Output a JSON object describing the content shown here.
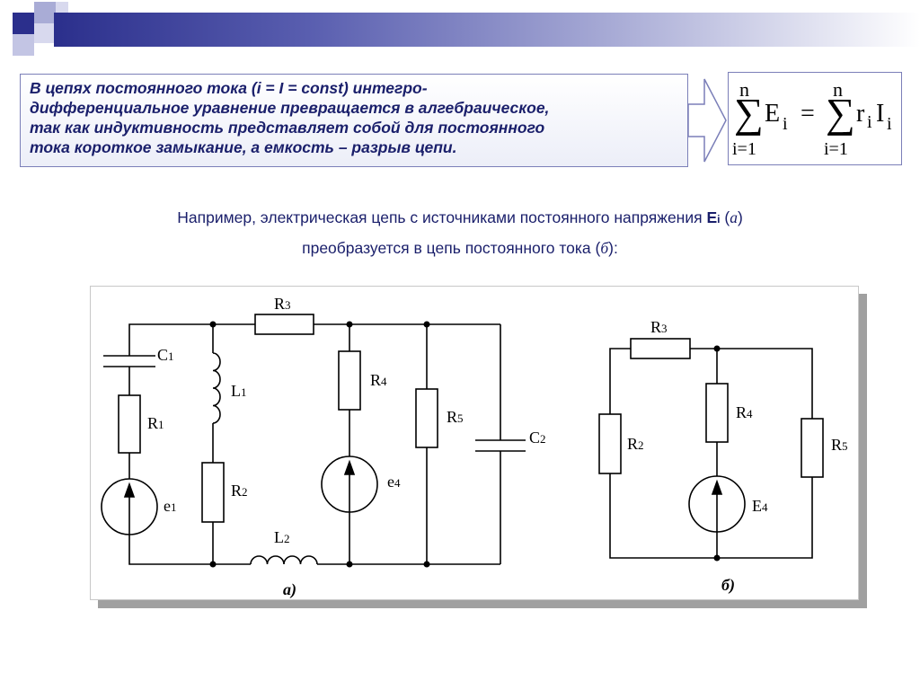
{
  "callout": {
    "lines": [
      "В цепях постоянного тока (i = I = const) интегро-",
      "дифференциальное уравнение превращается в алгебраическое,",
      "так как индуктивность представляет собой для постоянного",
      "тока короткое замыкание, а емкость – разрыв цепи."
    ]
  },
  "formula": {
    "sum_symbol": "∑",
    "upper": "n",
    "lower": "i=1",
    "left_term": "E",
    "left_sub": "i",
    "equals": "=",
    "right_r": "r",
    "right_r_sub": "i",
    "right_i": "I",
    "right_i_sub": "i"
  },
  "caption": {
    "line1_pre": "Например, электрическая цепь с источниками постоянного напряжения ",
    "line1_bold": "E",
    "line1_bold_sub": "i",
    "line1_post_open": " (",
    "line1_italic": "а",
    "line1_close": ")",
    "line2_pre": "преобразуется  в цепь постоянного тока (",
    "line2_italic": "б",
    "line2_post": "):"
  },
  "circuit_a": {
    "caption": "а)",
    "labels": {
      "R3": [
        "R",
        "3"
      ],
      "C1": [
        "C",
        "1"
      ],
      "L1": [
        "L",
        "1"
      ],
      "R4": [
        "R",
        "4"
      ],
      "R5": [
        "R",
        "5"
      ],
      "C2": [
        "C",
        "2"
      ],
      "R1": [
        "R",
        "1"
      ],
      "R2": [
        "R",
        "2"
      ],
      "e1": [
        "e",
        "1"
      ],
      "e4": [
        "e",
        "4"
      ],
      "L2": [
        "L",
        "2"
      ]
    }
  },
  "circuit_b": {
    "caption": "б)",
    "labels": {
      "R3": [
        "R",
        "3"
      ],
      "R4": [
        "R",
        "4"
      ],
      "R2": [
        "R",
        "2"
      ],
      "R5": [
        "R",
        "5"
      ],
      "E4": [
        "E",
        "4"
      ]
    }
  },
  "colors": {
    "accent": "#1a1f6b",
    "border": "#7b7fb8",
    "bar": "#2b2f8c"
  }
}
